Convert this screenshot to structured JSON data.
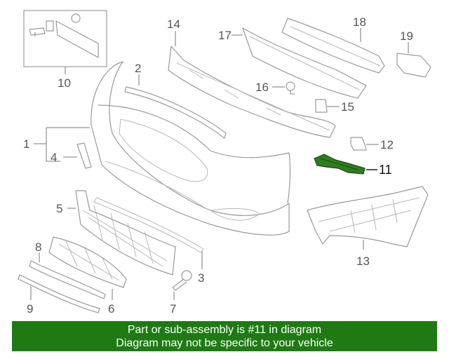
{
  "callouts": {
    "c1": "1",
    "c2": "2",
    "c3": "3",
    "c4": "4",
    "c5": "5",
    "c6": "6",
    "c7": "7",
    "c8": "8",
    "c9": "9",
    "c10": "10",
    "c11": "11",
    "c12": "12",
    "c13": "13",
    "c14": "14",
    "c15": "15",
    "c16": "16",
    "c17": "17",
    "c18": "18",
    "c19": "19"
  },
  "highlighted_part": "11",
  "colors": {
    "highlight": "#2e7d1f",
    "banner": "#1f7a14",
    "line_art": "#9a9a9a"
  },
  "banner": {
    "line1": "Part or sub-assembly is #11 in diagram",
    "line2": "Diagram may not be specific to your vehicle"
  }
}
